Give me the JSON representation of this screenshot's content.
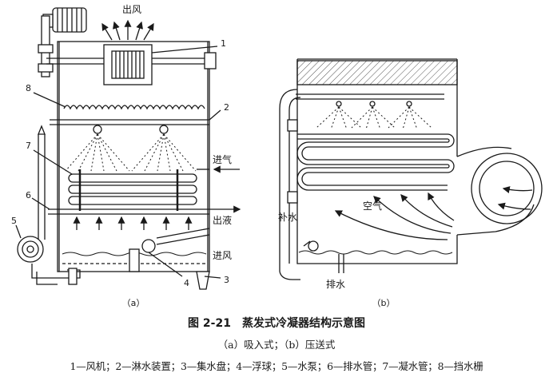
{
  "figure": {
    "number": "图 2-21",
    "title": "蒸发式冷凝器结构示意图",
    "subcaption": "（a）吸入式；（b）压送式",
    "legend": "1—风机；2—淋水装置；3—集水盘；4—浮球；5—水泵；6—排水管；7—凝水管；8—挡水栅"
  },
  "panel_a": {
    "label": "（a）",
    "air_out": "出风",
    "vapor_in": "进气",
    "liquid_out": "出液",
    "air_in": "进风",
    "callouts": [
      "1",
      "2",
      "3",
      "4",
      "5",
      "6",
      "7",
      "8"
    ]
  },
  "panel_b": {
    "label": "（b）",
    "air": "空气",
    "makeup_water": "补水",
    "drain": "排水"
  }
}
